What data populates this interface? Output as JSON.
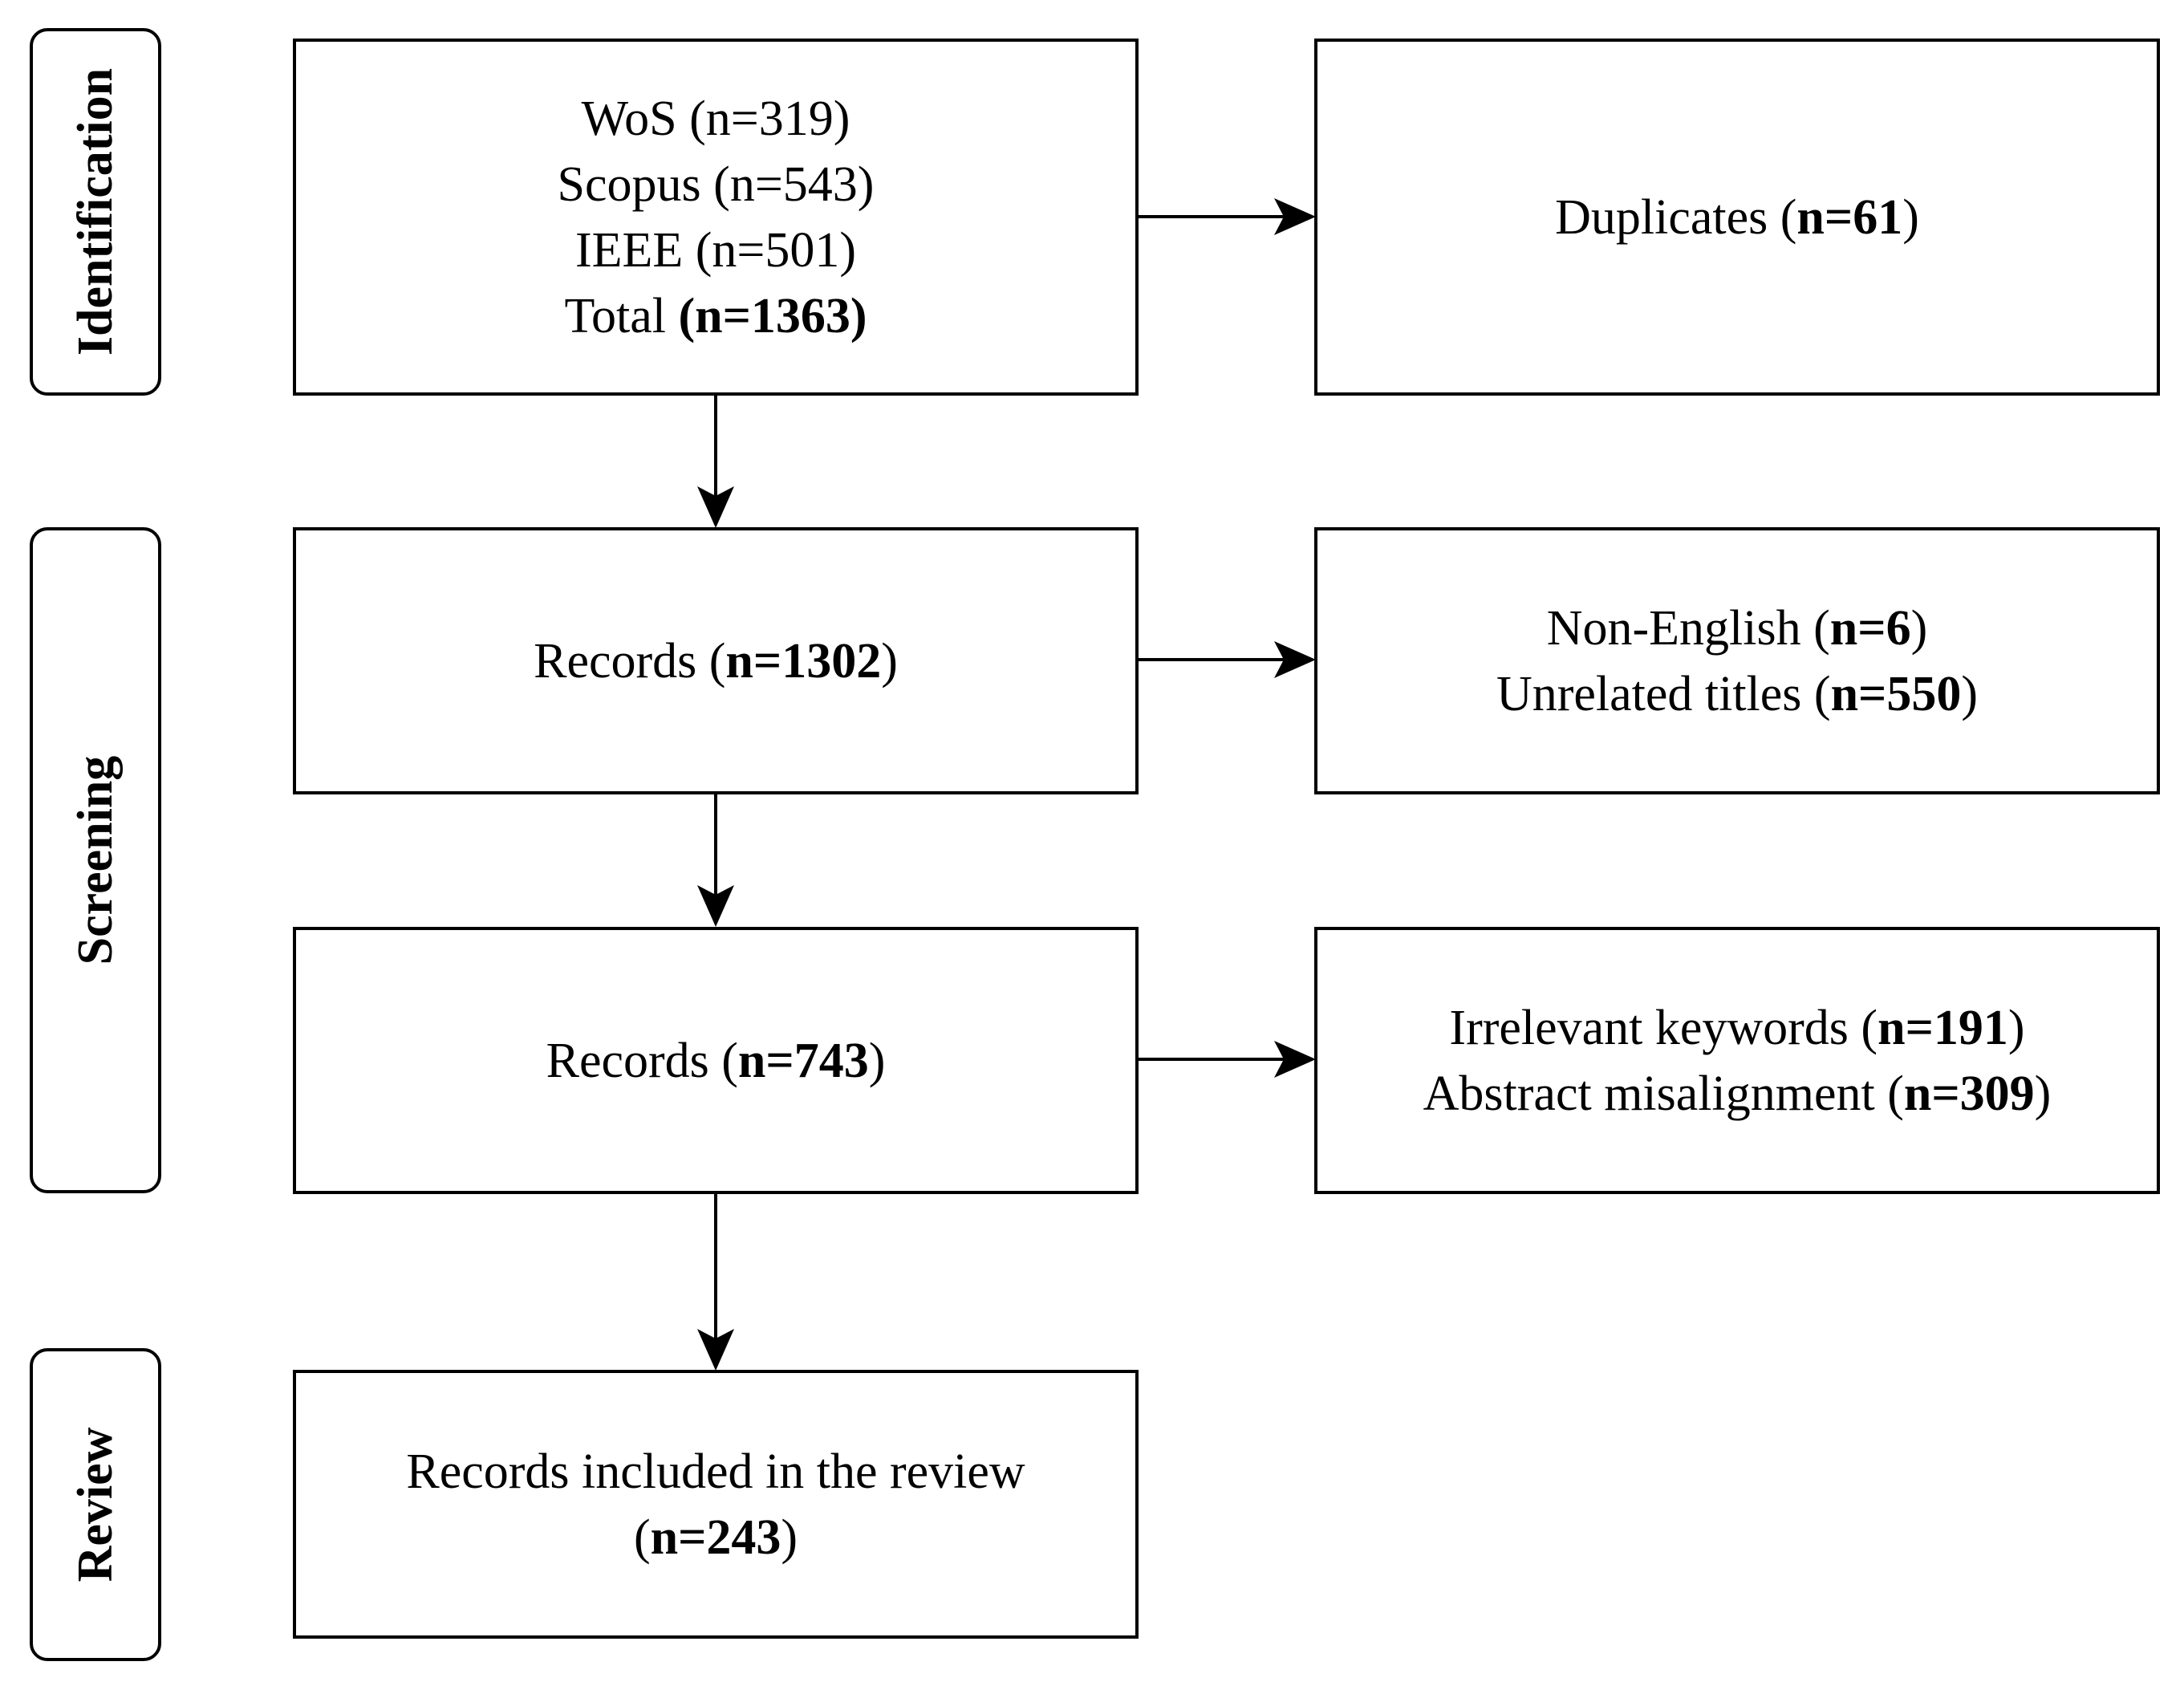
{
  "phases": {
    "identification": "Identification",
    "screening": "Screening",
    "review": "Review"
  },
  "boxes": {
    "identified": {
      "lines": [
        {
          "text": "WoS (n=319)"
        },
        {
          "text": "Scopus (n=543)"
        },
        {
          "text": "IEEE (n=501)"
        },
        {
          "text": "Total ",
          "bold": "(n=1363)",
          "after": ""
        }
      ]
    },
    "duplicates": {
      "lines": [
        {
          "text": "Duplicates (",
          "bold": "n=61",
          "after": ")"
        }
      ]
    },
    "records_screened": {
      "lines": [
        {
          "text": "Records (",
          "bold": "n=1302",
          "after": ")"
        }
      ]
    },
    "excluded_titles": {
      "lines": [
        {
          "text": "Non-English (",
          "bold": "n=6",
          "after": ")"
        },
        {
          "text": "Unrelated titles (",
          "bold": "n=550",
          "after": ")"
        }
      ]
    },
    "records_assessed": {
      "lines": [
        {
          "text": "Records (",
          "bold": "n=743",
          "after": ")"
        }
      ]
    },
    "excluded_abstracts": {
      "lines": [
        {
          "text": "Irrelevant keywords (",
          "bold": "n=191",
          "after": ")"
        },
        {
          "text": "Abstract misalignment (",
          "bold": "n=309",
          "after": ")"
        }
      ]
    },
    "included": {
      "lines": [
        {
          "text": "Records included in the review"
        },
        {
          "text": "(",
          "bold": "n=243",
          "after": ")"
        }
      ]
    }
  },
  "colors": {
    "stroke": "#000000",
    "background": "#ffffff"
  }
}
